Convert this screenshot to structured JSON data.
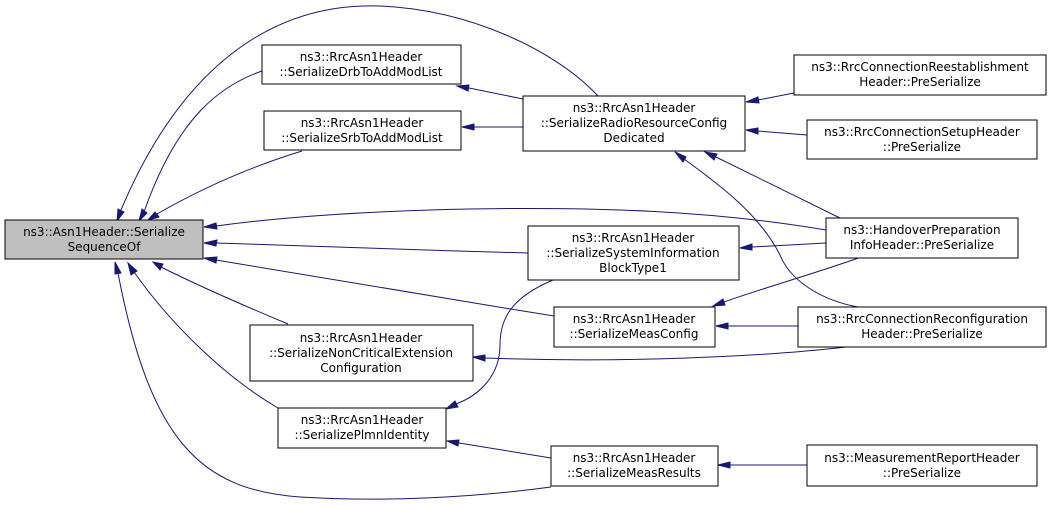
{
  "nodes": [
    {
      "id": "root",
      "lines": [
        "ns3::Asn1Header::Serialize",
        "SequenceOf"
      ]
    },
    {
      "id": "drb",
      "lines": [
        "ns3::RrcAsn1Header",
        "::SerializeDrbToAddModList"
      ]
    },
    {
      "id": "srb",
      "lines": [
        "ns3::RrcAsn1Header",
        "::SerializeSrbToAddModList"
      ]
    },
    {
      "id": "radio",
      "lines": [
        "ns3::RrcAsn1Header",
        "::SerializeRadioResourceConfig",
        "Dedicated"
      ]
    },
    {
      "id": "sib1",
      "lines": [
        "ns3::RrcAsn1Header",
        "::SerializeSystemInformation",
        "BlockType1"
      ]
    },
    {
      "id": "meascfg",
      "lines": [
        "ns3::RrcAsn1Header",
        "::SerializeMeasConfig"
      ]
    },
    {
      "id": "noncrit",
      "lines": [
        "ns3::RrcAsn1Header",
        "::SerializeNonCriticalExtension",
        "Configuration"
      ]
    },
    {
      "id": "plmn",
      "lines": [
        "ns3::RrcAsn1Header",
        "::SerializePlmnIdentity"
      ]
    },
    {
      "id": "measres",
      "lines": [
        "ns3::RrcAsn1Header",
        "::SerializeMeasResults"
      ]
    },
    {
      "id": "reest",
      "lines": [
        "ns3::RrcConnectionReestablishment",
        "Header::PreSerialize"
      ]
    },
    {
      "id": "setup",
      "lines": [
        "ns3::RrcConnectionSetupHeader",
        "::PreSerialize"
      ]
    },
    {
      "id": "handover",
      "lines": [
        "ns3::HandoverPreparation",
        "InfoHeader::PreSerialize"
      ]
    },
    {
      "id": "reconf",
      "lines": [
        "ns3::RrcConnectionReconfiguration",
        "Header::PreSerialize"
      ]
    },
    {
      "id": "measrep",
      "lines": [
        "ns3::MeasurementReportHeader",
        "::PreSerialize"
      ]
    }
  ],
  "edges": [
    {
      "from": "drb",
      "to": "root"
    },
    {
      "from": "srb",
      "to": "root"
    },
    {
      "from": "radio",
      "to": "root"
    },
    {
      "from": "handover",
      "to": "root"
    },
    {
      "from": "sib1",
      "to": "root"
    },
    {
      "from": "meascfg",
      "to": "root"
    },
    {
      "from": "noncrit",
      "to": "root"
    },
    {
      "from": "plmn",
      "to": "root"
    },
    {
      "from": "measres",
      "to": "root"
    },
    {
      "from": "radio",
      "to": "drb"
    },
    {
      "from": "radio",
      "to": "srb"
    },
    {
      "from": "reest",
      "to": "radio"
    },
    {
      "from": "setup",
      "to": "radio"
    },
    {
      "from": "handover",
      "to": "radio"
    },
    {
      "from": "reconf",
      "to": "radio"
    },
    {
      "from": "handover",
      "to": "sib1"
    },
    {
      "from": "handover",
      "to": "meascfg"
    },
    {
      "from": "reconf",
      "to": "meascfg"
    },
    {
      "from": "reconf",
      "to": "noncrit"
    },
    {
      "from": "sib1",
      "to": "plmn"
    },
    {
      "from": "measres",
      "to": "plmn"
    },
    {
      "from": "measrep",
      "to": "measres"
    }
  ],
  "colors": {
    "edge": "#191970",
    "root_fill": "#bfbfbf",
    "node_fill": "#ffffff",
    "node_border": "#000000"
  }
}
